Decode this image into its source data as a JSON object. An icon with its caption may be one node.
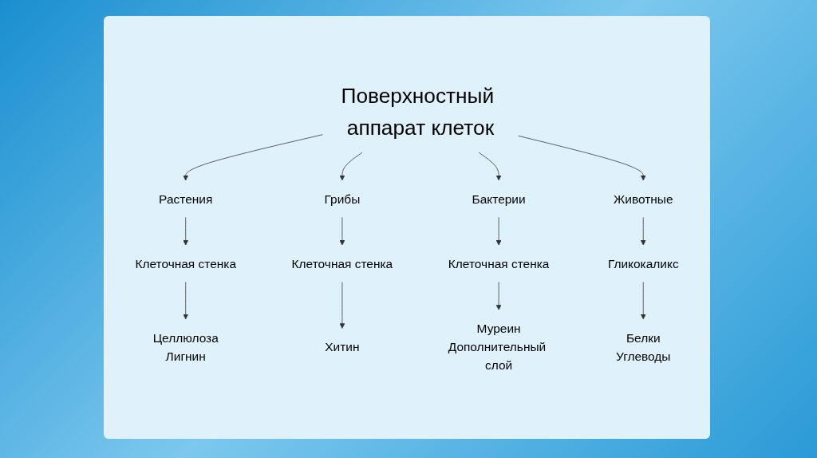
{
  "diagram": {
    "nodes": [
      {
        "text": [
          "Поверхностный аппарат клеток"
        ]
      },
      {
        "text": [
          "Растения"
        ]
      },
      {
        "text": [
          "Грибы"
        ]
      },
      {
        "text": [
          "Бактерии"
        ]
      },
      {
        "text": [
          "Животные"
        ]
      },
      {
        "text": [
          "Клеточная стенка"
        ]
      },
      {
        "text": [
          "Клеточная стенка"
        ]
      },
      {
        "text": [
          "Клеточная стенка"
        ]
      },
      {
        "text": [
          "Гликокаликс"
        ]
      },
      {
        "text": [
          "Целлюлоза",
          "Лигнин"
        ]
      },
      {
        "text": [
          "Хитин"
        ]
      },
      {
        "text": [
          "Муреин",
          "Дополнительный слой"
        ]
      },
      {
        "text": [
          "Белки",
          "Углеводы"
        ]
      }
    ],
    "edges": [
      {
        "from": 0,
        "to": 1,
        "arrow": "to"
      },
      {
        "from": 0,
        "to": 2,
        "arrow": "to"
      },
      {
        "from": 0,
        "to": 3,
        "arrow": "to"
      },
      {
        "from": 0,
        "to": 4,
        "arrow": "to"
      },
      {
        "from": 1,
        "to": 5,
        "arrow": "to"
      },
      {
        "from": 2,
        "to": 6,
        "arrow": "to"
      },
      {
        "from": 3,
        "to": 7,
        "arrow": "to"
      },
      {
        "from": 4,
        "to": 8,
        "arrow": "to"
      },
      {
        "from": 5,
        "to": 9,
        "arrow": "to"
      },
      {
        "from": 6,
        "to": 10,
        "arrow": "to"
      },
      {
        "from": 7,
        "to": 11,
        "arrow": "to"
      },
      {
        "from": 8,
        "to": 12,
        "arrow": "to"
      }
    ]
  }
}
